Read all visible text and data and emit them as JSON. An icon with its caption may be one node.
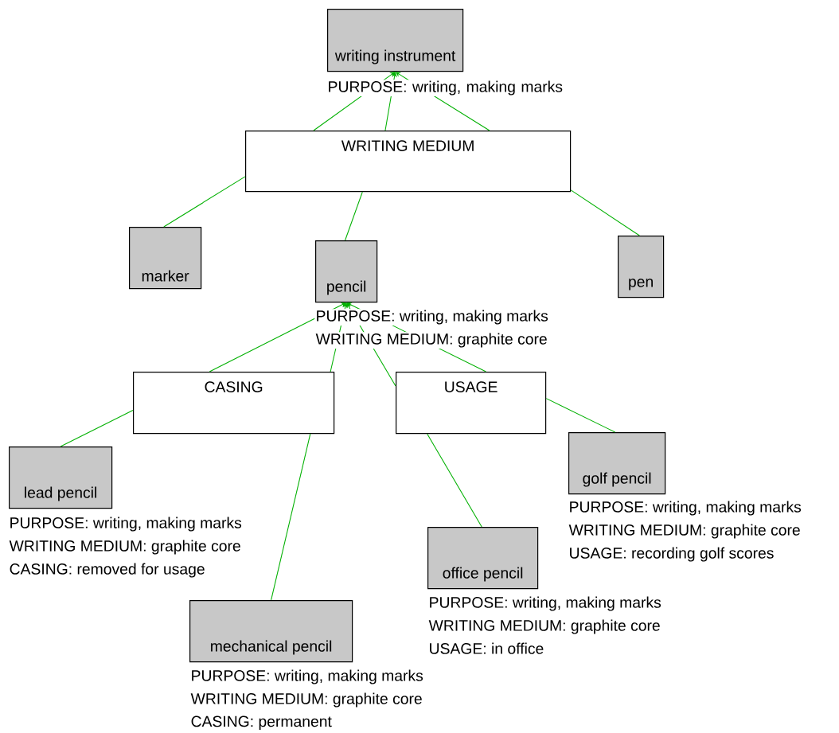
{
  "diagram": {
    "nodes": [
      {
        "text": [
          "writing instrument"
        ],
        "beside": [
          "PURPOSE: writing, making marks"
        ]
      },
      {
        "text": [
          "WRITING MEDIUM"
        ]
      },
      {
        "text": [
          "marker"
        ]
      },
      {
        "text": [
          "pencil"
        ],
        "beside": [
          "PURPOSE: writing, making marks",
          "WRITING MEDIUM: graphite core"
        ]
      },
      {
        "text": [
          "pen"
        ]
      },
      {
        "text": [
          "CASING"
        ]
      },
      {
        "text": [
          "USAGE"
        ]
      },
      {
        "text": [
          "golf pencil"
        ],
        "beside": [
          "PURPOSE: writing, making marks",
          "WRITING MEDIUM: graphite core",
          "USAGE: recording golf scores"
        ]
      },
      {
        "text": [
          "lead pencil"
        ],
        "beside": [
          "PURPOSE: writing, making marks",
          "WRITING MEDIUM: graphite core",
          "CASING: removed for usage"
        ]
      },
      {
        "text": [
          "office pencil"
        ],
        "beside": [
          "PURPOSE: writing, making marks",
          "WRITING MEDIUM: graphite core",
          "USAGE: in office"
        ]
      },
      {
        "text": [
          "mechanical pencil"
        ],
        "beside": [
          "PURPOSE: writing, making marks",
          "WRITING MEDIUM: graphite core",
          "CASING: permanent"
        ]
      }
    ],
    "edges": [
      {
        "from": 1,
        "to": 0,
        "arrow": "to"
      },
      {
        "from": 1,
        "to": 0,
        "arrow": "to"
      },
      {
        "from": 1,
        "to": 0,
        "arrow": "to"
      },
      {
        "from": 1,
        "to": 2,
        "arrow": "none"
      },
      {
        "from": 1,
        "to": 3,
        "arrow": "none"
      },
      {
        "from": 1,
        "to": 4,
        "arrow": "none"
      },
      {
        "from": 5,
        "to": 3,
        "arrow": "to"
      },
      {
        "from": 5,
        "to": 3,
        "arrow": "to"
      },
      {
        "from": 6,
        "to": 3,
        "arrow": "to"
      },
      {
        "from": 6,
        "to": 3,
        "arrow": "to"
      },
      {
        "from": 5,
        "to": 8,
        "arrow": "none"
      },
      {
        "from": 5,
        "to": 10,
        "arrow": "none"
      },
      {
        "from": 6,
        "to": 9,
        "arrow": "none"
      },
      {
        "from": 6,
        "to": 7,
        "arrow": "none"
      }
    ]
  }
}
